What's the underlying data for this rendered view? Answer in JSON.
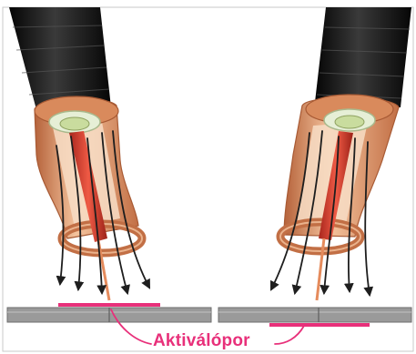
{
  "figure": {
    "caption": "Aktiválópor",
    "colors": {
      "background": "#ffffff",
      "border": "#c9c9c9",
      "hose": "#1b1b1b",
      "copper": "#d98a5c",
      "copper_dark": "#b5623a",
      "copper_light": "#f4c39d",
      "ceramic": "#e6efd6",
      "electrode": "#d63c2f",
      "arrow": "#1e1e1e",
      "workpiece": "#9a9a9a",
      "flux_powder": "#e8307a",
      "caption": "#e8307a"
    },
    "torches": [
      "torch-left",
      "torch-right"
    ]
  }
}
